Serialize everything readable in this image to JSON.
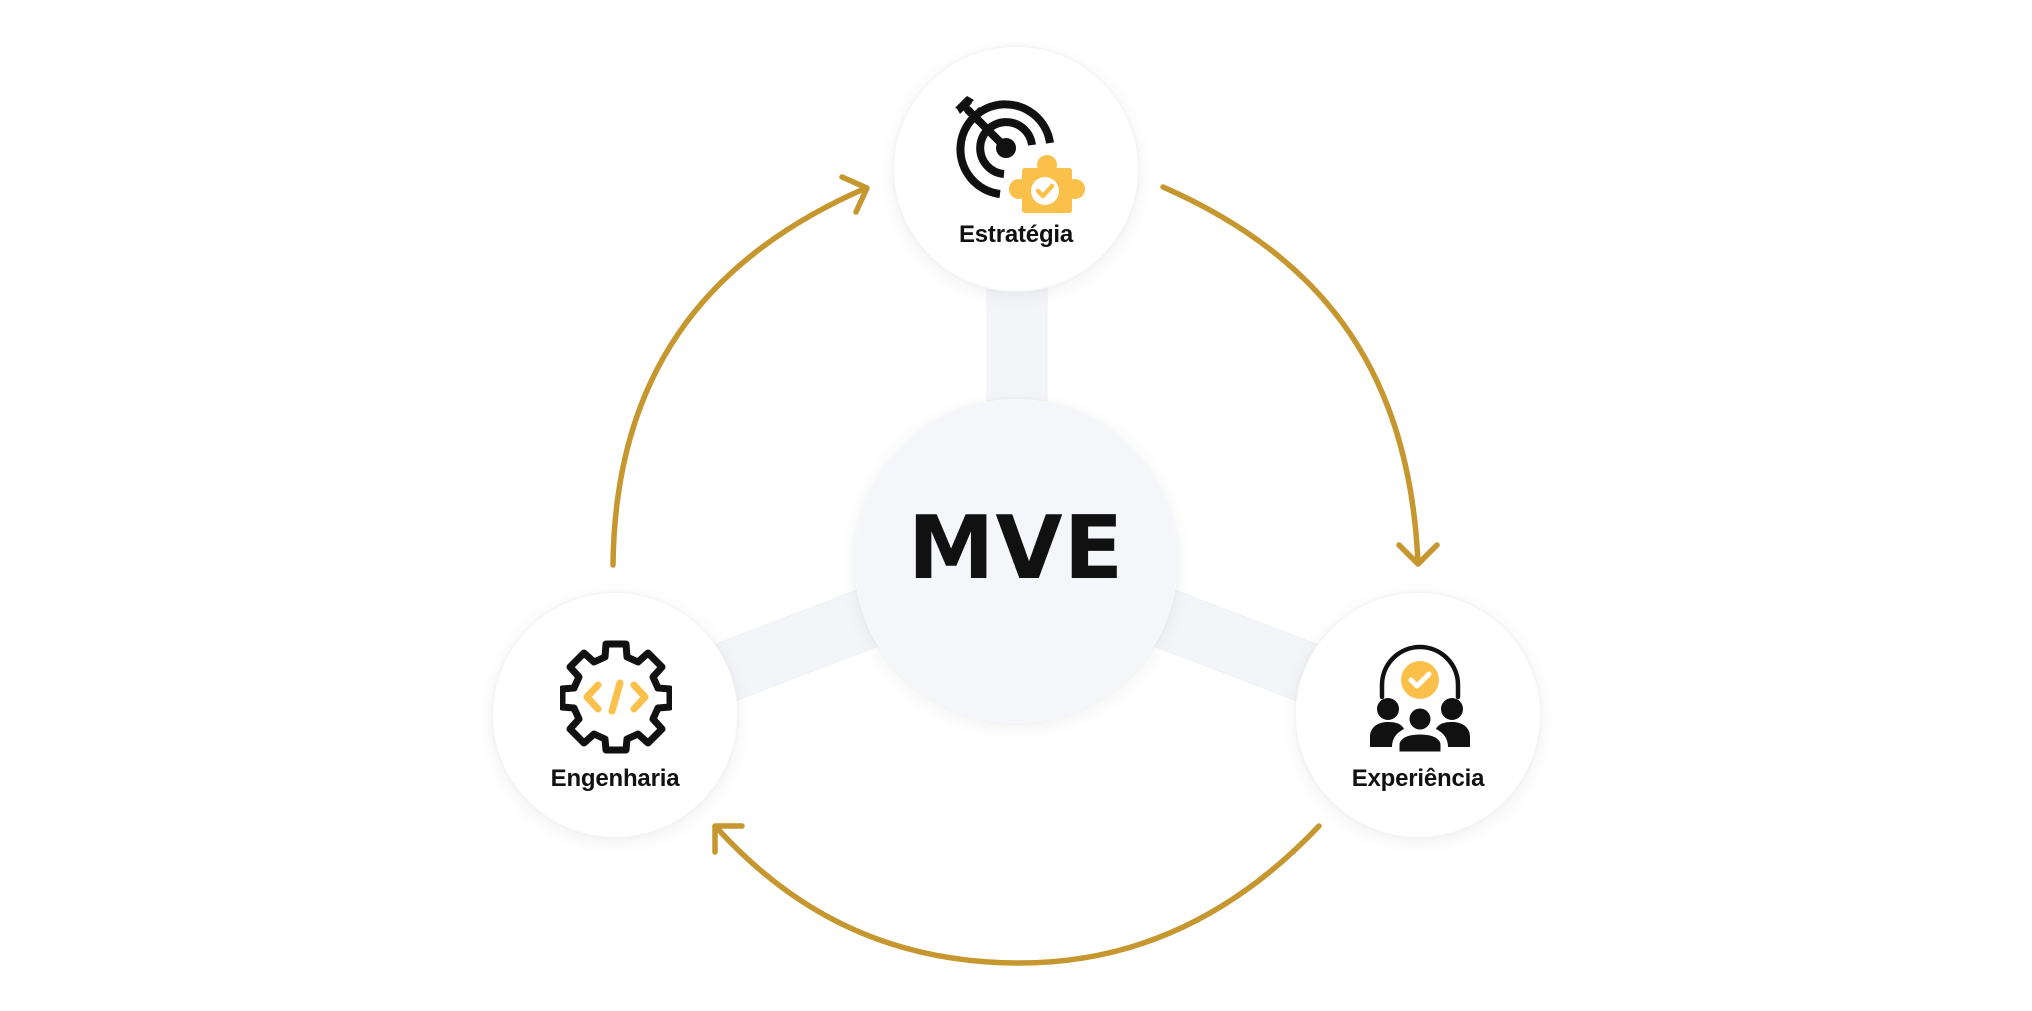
{
  "diagram": {
    "center": {
      "label": "MVE"
    },
    "nodes": [
      {
        "id": "estrategia",
        "label": "Estratégia",
        "icon": "target-puzzle-check-icon",
        "position": "top"
      },
      {
        "id": "experiencia",
        "label": "Experiência",
        "icon": "people-check-icon",
        "position": "bottom-right"
      },
      {
        "id": "engenharia",
        "label": "Engenharia",
        "icon": "gear-code-icon",
        "position": "bottom-left"
      }
    ],
    "cycle_arrows": [
      {
        "from": "Estratégia",
        "to": "Experiência"
      },
      {
        "from": "Experiência",
        "to": "Engenharia"
      },
      {
        "from": "Engenharia",
        "to": "Estratégia"
      }
    ]
  },
  "colors": {
    "arrow": "#C6962F",
    "accent_yellow": "#FBC04A",
    "icon_dark": "#111111",
    "connector": "#F3F5F8",
    "center_fill": "#F4F6F9",
    "node_fill": "#FFFFFF",
    "text": "#111111"
  }
}
